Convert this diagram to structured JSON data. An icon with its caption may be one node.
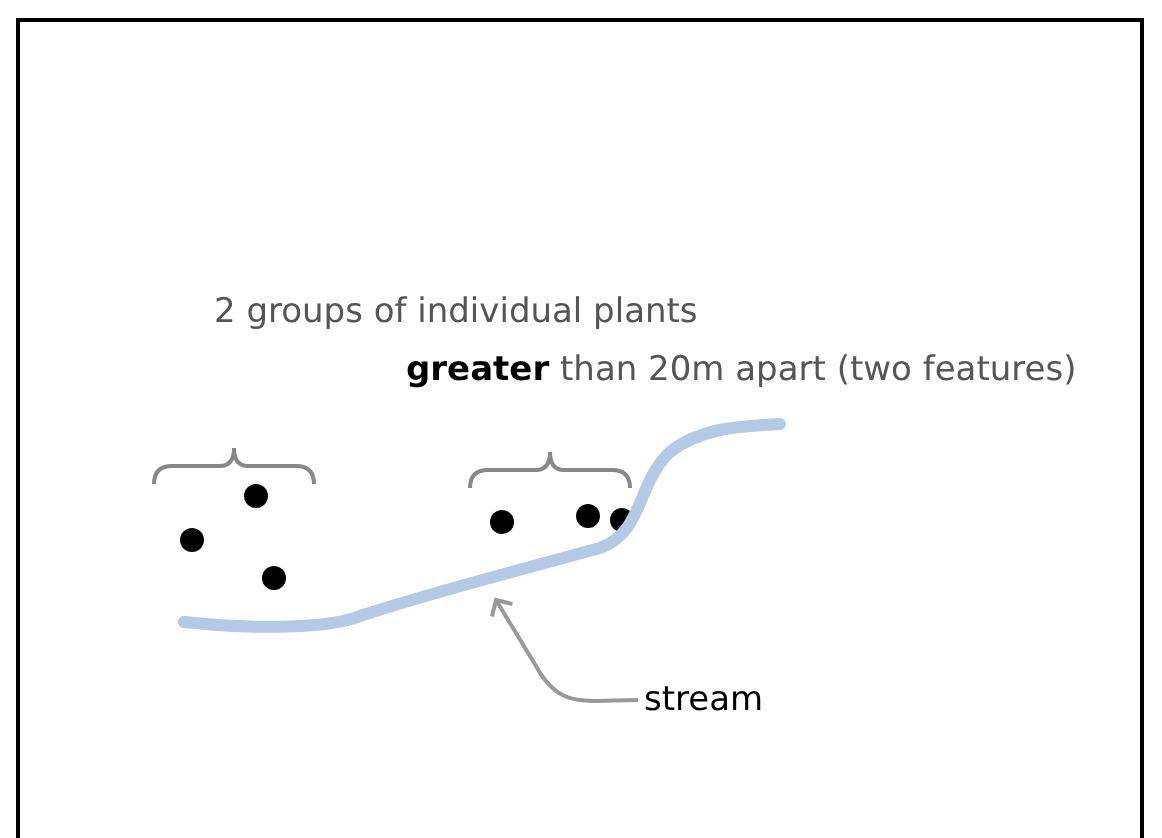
{
  "diagram": {
    "nodes": [
      {
        "text": [
          "stream"
        ]
      },
      {
        "text": [],
        "shape": "line"
      }
    ],
    "edges": [
      {
        "from": 0,
        "to": 1,
        "arrow": "to"
      }
    ],
    "labels": [
      "2 groups of individual plants",
      "**greater** than 20m apart (two features)"
    ]
  }
}
